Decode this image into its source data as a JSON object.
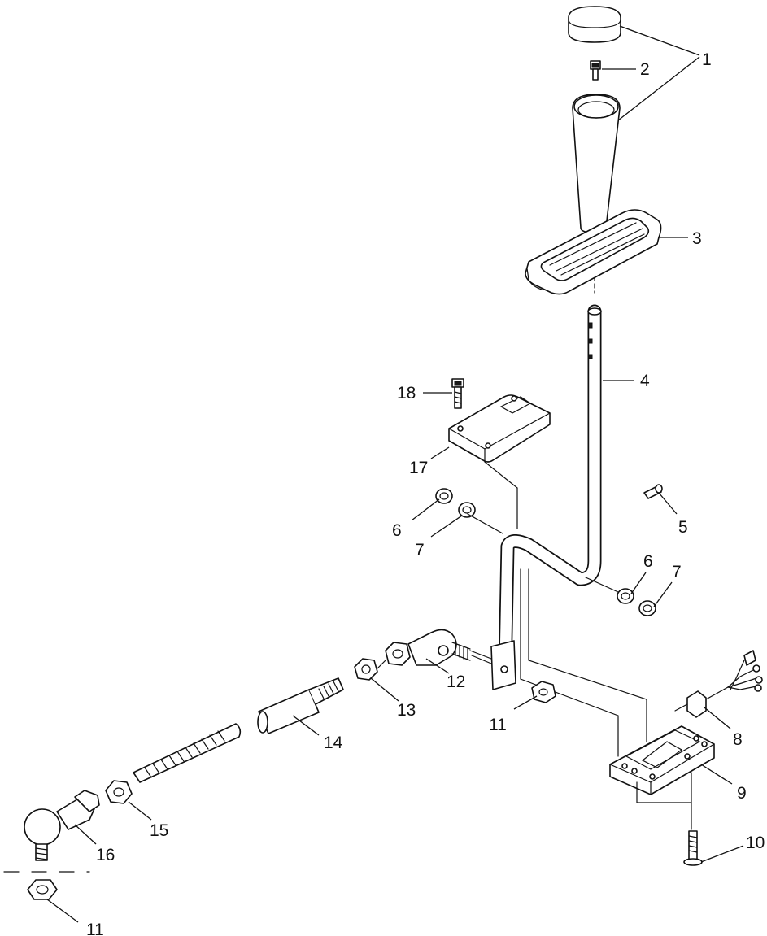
{
  "diagram": {
    "callouts": [
      {
        "id": "c1",
        "label": "1"
      },
      {
        "id": "c2",
        "label": "2"
      },
      {
        "id": "c3",
        "label": "3"
      },
      {
        "id": "c4",
        "label": "4"
      },
      {
        "id": "c5",
        "label": "5"
      },
      {
        "id": "c6a",
        "label": "6"
      },
      {
        "id": "c7a",
        "label": "7"
      },
      {
        "id": "c6b",
        "label": "6"
      },
      {
        "id": "c7b",
        "label": "7"
      },
      {
        "id": "c8",
        "label": "8"
      },
      {
        "id": "c9",
        "label": "9"
      },
      {
        "id": "c10",
        "label": "10"
      },
      {
        "id": "c11a",
        "label": "11"
      },
      {
        "id": "c12",
        "label": "12"
      },
      {
        "id": "c13",
        "label": "13"
      },
      {
        "id": "c14",
        "label": "14"
      },
      {
        "id": "c15",
        "label": "15"
      },
      {
        "id": "c16",
        "label": "16"
      },
      {
        "id": "c11b",
        "label": "11"
      },
      {
        "id": "c17",
        "label": "17"
      },
      {
        "id": "c18",
        "label": "18"
      }
    ]
  }
}
